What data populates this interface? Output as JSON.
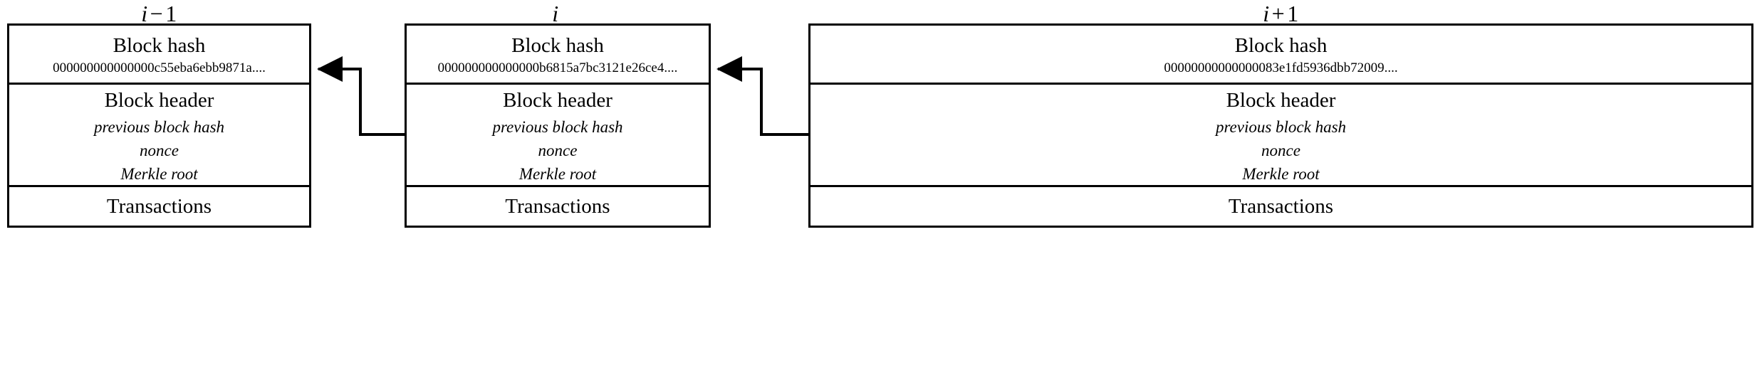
{
  "diagram": {
    "title": "Blockchain block linkage diagram",
    "background_color": "#ffffff",
    "line_color": "#000000",
    "text_color": "#000000"
  },
  "sections": {
    "hash_title": "Block hash",
    "header_title": "Block header",
    "transactions_title": "Transactions"
  },
  "header_fields": {
    "previous_block_hash": "previous block hash",
    "nonce": "nonce",
    "merkle_root": "Merkle root"
  },
  "blocks": [
    {
      "label_var": "i",
      "label_op": "−",
      "label_num": "1",
      "hash": "000000000000000c55eba6ebb9871a...."
    },
    {
      "label_var": "i",
      "label_op": "",
      "label_num": "",
      "hash": "000000000000000b6815a7bc3121e26ce4...."
    },
    {
      "label_var": "i",
      "label_op": "+",
      "label_num": "1",
      "hash": "00000000000000083e1fd5936dbb72009...."
    }
  ],
  "connectors": [
    {
      "name": "arrow-block-i-to-block-i-minus-1",
      "from": "block i previous block hash",
      "to": "block i-1 block hash"
    },
    {
      "name": "arrow-block-i-plus-1-to-block-i",
      "from": "block i+1 previous block hash",
      "to": "block i block hash"
    }
  ]
}
